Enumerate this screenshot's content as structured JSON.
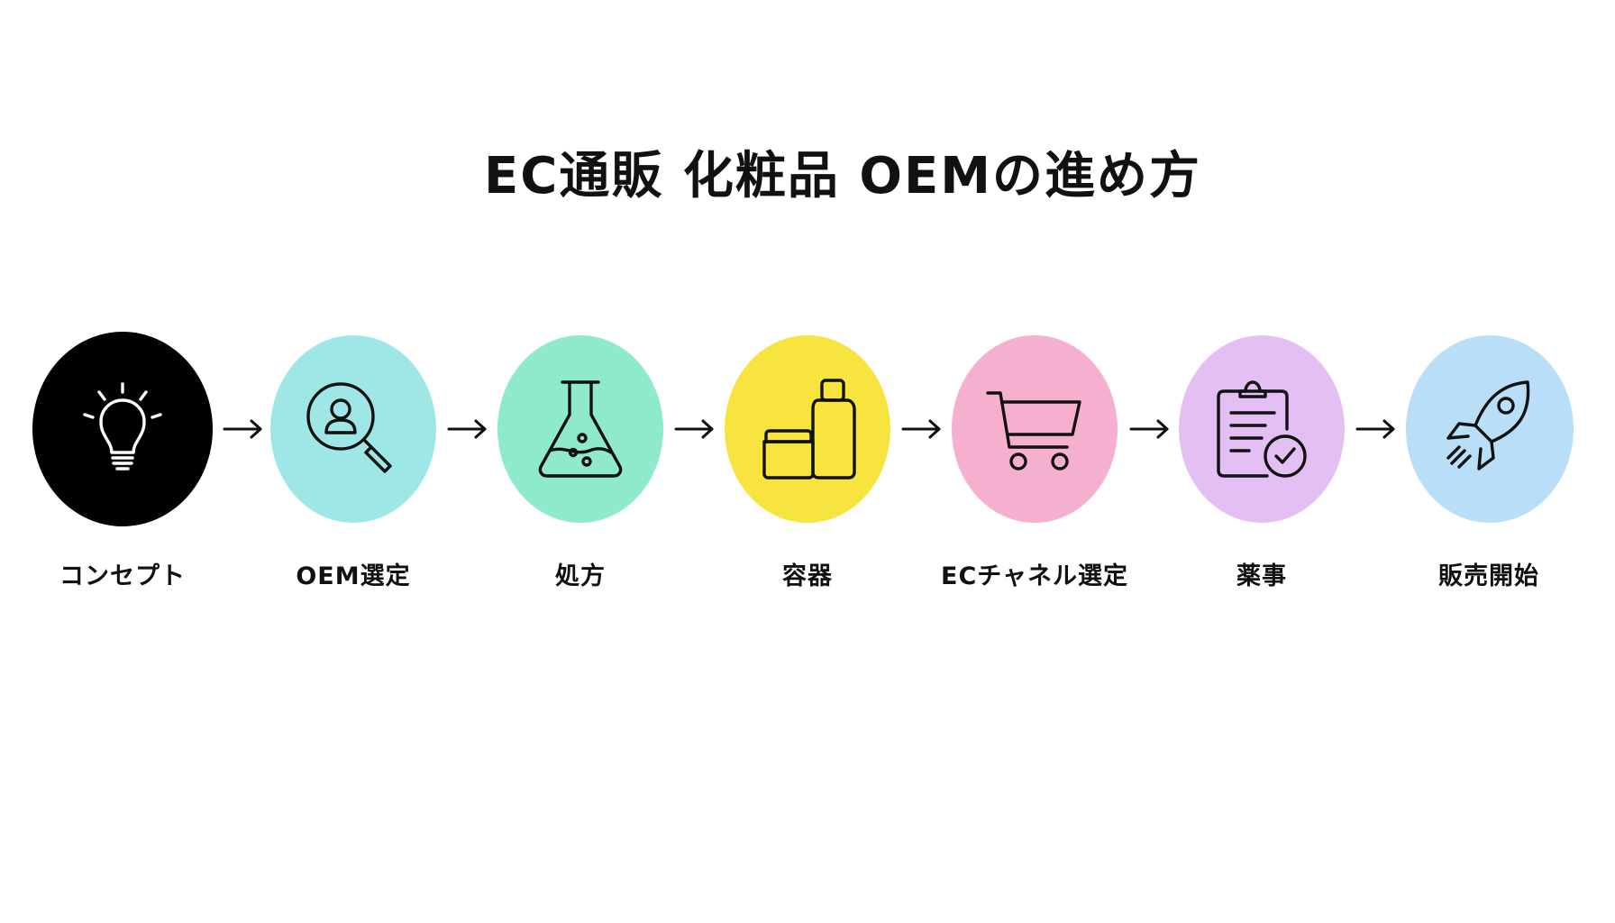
{
  "title": "EC通販 化粧品 OEMの進め方",
  "steps": [
    {
      "label": "コンセプト",
      "icon": "lightbulb-icon",
      "color": "#000000",
      "icon_color": "#ffffff"
    },
    {
      "label": "OEM選定",
      "icon": "search-person-icon",
      "color": "#9fe6e6",
      "icon_color": "#111111"
    },
    {
      "label": "処方",
      "icon": "flask-icon",
      "color": "#8fe9cd",
      "icon_color": "#111111"
    },
    {
      "label": "容器",
      "icon": "cosmetic-container-icon",
      "color": "#f8e43f",
      "icon_color": "#111111"
    },
    {
      "label": "ECチャネル選定",
      "icon": "shopping-cart-icon",
      "color": "#f6b0cf",
      "icon_color": "#111111"
    },
    {
      "label": "薬事",
      "icon": "clipboard-check-icon",
      "color": "#e4bff3",
      "icon_color": "#111111"
    },
    {
      "label": "販売開始",
      "icon": "rocket-icon",
      "color": "#b9def8",
      "icon_color": "#111111"
    }
  ]
}
